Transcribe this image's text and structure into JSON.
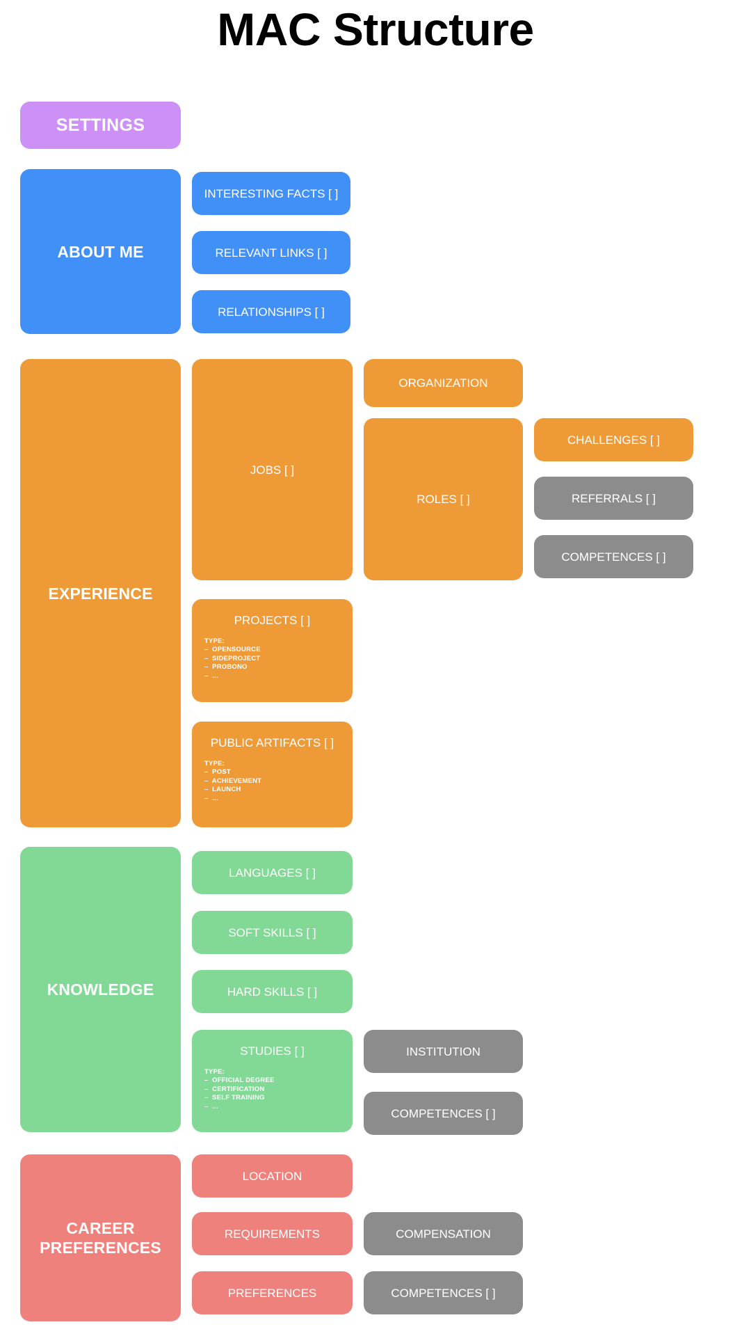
{
  "page": {
    "title": "MAC Structure",
    "background": "#ffffff"
  },
  "colors": {
    "purple": "#cd90f6",
    "blue": "#4190f7",
    "orange": "#ed9a37",
    "green": "#82d995",
    "salmon": "#ef817c",
    "gray": "#8c8c8c",
    "text_on_box": "#ffffff",
    "title_text": "#000000"
  },
  "sections": {
    "settings": {
      "label": "SETTINGS"
    },
    "about_me": {
      "label": "ABOUT ME",
      "children": [
        {
          "label": "INTERESTING FACTS [ ]"
        },
        {
          "label": "RELEVANT LINKS [ ]"
        },
        {
          "label": "RELATIONSHIPS [ ]"
        }
      ]
    },
    "experience": {
      "label": "EXPERIENCE",
      "jobs": {
        "label": "JOBS [ ]"
      },
      "organization": {
        "label": "ORGANIZATION"
      },
      "roles": {
        "label": "ROLES [ ]"
      },
      "challenges": {
        "label": "CHALLENGES [ ]"
      },
      "referrals": {
        "label": "REFERRALS [ ]"
      },
      "competences": {
        "label": "COMPETENCES [ ]"
      },
      "projects": {
        "label": "PROJECTS [ ]",
        "type_label": "TYPE:",
        "types": [
          "–  OPENSOURCE",
          "–  SIDEPROJECT",
          "–  PROBONO",
          "–  ..."
        ]
      },
      "public_artifacts": {
        "label": "PUBLIC ARTIFACTS [ ]",
        "type_label": "TYPE:",
        "types": [
          "–  POST",
          "–  ACHIEVEMENT",
          "–  LAUNCH",
          "–  ..."
        ]
      }
    },
    "knowledge": {
      "label": "KNOWLEDGE",
      "languages": {
        "label": "LANGUAGES [ ]"
      },
      "soft_skills": {
        "label": "SOFT SKILLS [ ]"
      },
      "hard_skills": {
        "label": "HARD SKILLS [ ]"
      },
      "studies": {
        "label": "STUDIES [ ]",
        "type_label": "TYPE:",
        "types": [
          "–  OFFICIAL DEGREE",
          "–  CERTIFICATION",
          "–  SELF TRAINING",
          "–  ..."
        ]
      },
      "institution": {
        "label": "INSTITUTION"
      },
      "competences": {
        "label": "COMPETENCES [ ]"
      }
    },
    "career_preferences": {
      "label_line1": "CAREER",
      "label_line2": "PREFERENCES",
      "location": {
        "label": "LOCATION"
      },
      "requirements": {
        "label": "REQUIREMENTS"
      },
      "preferences": {
        "label": "PREFERENCES"
      },
      "compensation": {
        "label": "COMPENSATION"
      },
      "competences": {
        "label": "COMPETENCES [ ]"
      }
    }
  }
}
